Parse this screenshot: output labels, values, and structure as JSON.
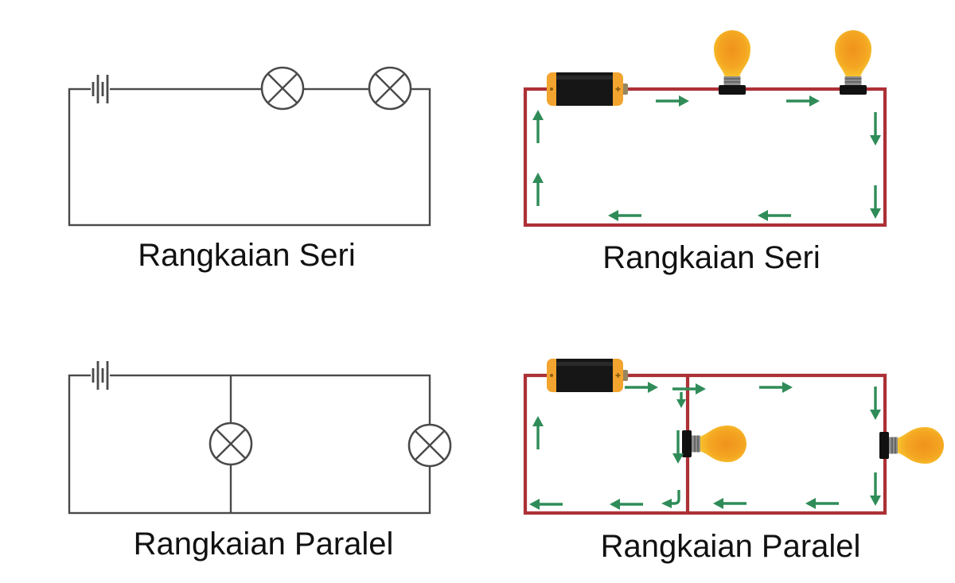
{
  "page": {
    "description": "Series and parallel electric circuit comparison diagram",
    "language": "Indonesian"
  },
  "colors": {
    "background": "#ffffff",
    "schematic_stroke": "#4a4a4a",
    "red_wire": "#ac3136",
    "arrow_green": "#2f8c58",
    "battery_orange": "#f2a42e",
    "battery_black": "#161616",
    "battery_terminal": "#8a5c12",
    "bulb_glass": "#f8c930",
    "bulb_mid": "#f4a622",
    "bulb_glow": "#f0921c",
    "bulb_screw": "#8e8e8e",
    "bulb_screw_line": "#5b5b5b",
    "bulb_collar": "#111111",
    "label_color": "#111111"
  },
  "panels": [
    {
      "id": "series-schematic",
      "label": "Rangkaian Seri",
      "style": "schematic",
      "components": {
        "battery_symbol": 1,
        "lamp_symbols": 2
      }
    },
    {
      "id": "series-pictorial",
      "label": "Rangkaian Seri",
      "style": "pictorial",
      "components": {
        "battery": 1,
        "bulbs": 2,
        "current_arrows": 8
      }
    },
    {
      "id": "parallel-schematic",
      "label": "Rangkaian Paralel",
      "style": "schematic",
      "components": {
        "battery_symbol": 1,
        "lamp_symbols": 2,
        "branches": 2
      }
    },
    {
      "id": "parallel-pictorial",
      "label": "Rangkaian Paralel",
      "style": "pictorial",
      "components": {
        "battery": 1,
        "bulbs": 2,
        "current_arrows": 13,
        "branches": 2
      }
    }
  ]
}
